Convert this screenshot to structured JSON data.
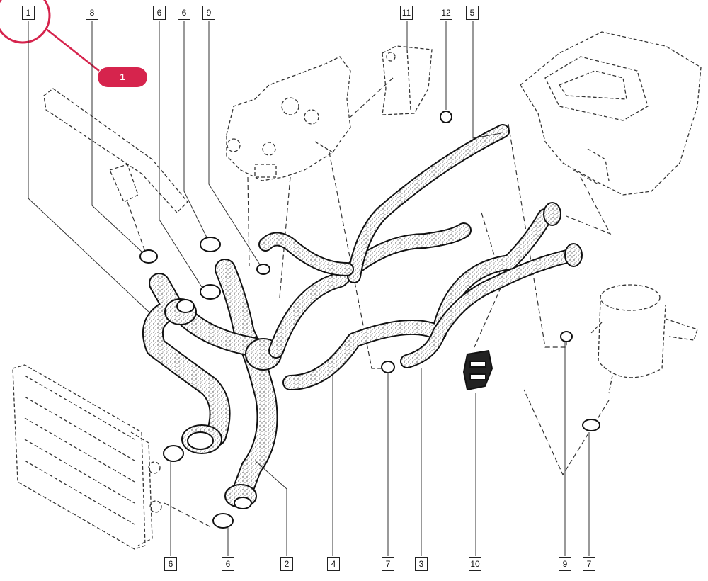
{
  "highlight": {
    "label": "1",
    "color": "#d6244d"
  },
  "callouts": {
    "top_1": "1",
    "top_8": "8",
    "top_6a": "6",
    "top_6b": "6",
    "top_9": "9",
    "top_11": "11",
    "top_12": "12",
    "top_5": "5",
    "bottom_6a": "6",
    "bottom_6b": "6",
    "bottom_2": "2",
    "bottom_4": "4",
    "bottom_7a": "7",
    "bottom_3": "3",
    "bottom_10": "10",
    "bottom_9": "9",
    "bottom_7b": "7"
  }
}
